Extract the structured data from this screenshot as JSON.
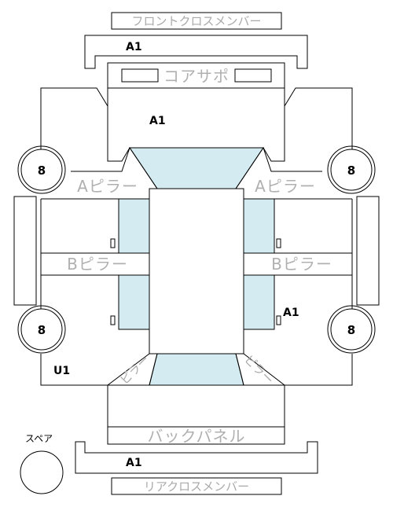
{
  "colors": {
    "glass": "#d3ebf1",
    "label_gray": "#aaaaaa",
    "line": "#000000"
  },
  "labels": {
    "front_cross_member": "フロントクロスメンバー",
    "core_support": "コアサポ",
    "a_pillar": "Aピラー",
    "b_pillar": "Bピラー",
    "back_panel": "バックパネル",
    "rear_cross_member": "リアクロスメンバー",
    "spare": "スペア",
    "corner_rl": "ピラー",
    "corner_rr": "ピラー"
  },
  "codes": {
    "front_member": "A1",
    "front_hood": "A1",
    "right_rear_door": "A1",
    "left_rear_quarter": "U1",
    "rear_member": "A1"
  },
  "wheels": {
    "front_left": "8",
    "front_right": "8",
    "rear_left": "8",
    "rear_right": "8"
  }
}
